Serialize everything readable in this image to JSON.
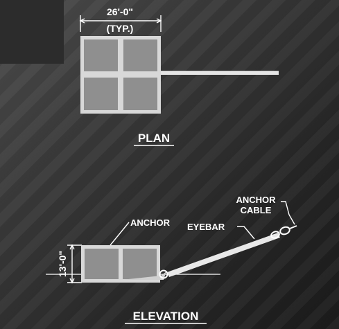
{
  "plan": {
    "dimension": "26'-0\"",
    "typical_note": "(TYP.)",
    "title": "PLAN"
  },
  "elevation": {
    "dimension": "13'-0\"",
    "title": "ELEVATION",
    "callouts": {
      "anchor": "ANCHOR",
      "eyebar": "EYEBAR",
      "anchor_cable_line1": "ANCHOR",
      "anchor_cable_line2": "CABLE"
    }
  },
  "colors": {
    "block_fill": "#8f8f8f",
    "line": "#ffffff",
    "block_edge": "#d8d8d8"
  }
}
